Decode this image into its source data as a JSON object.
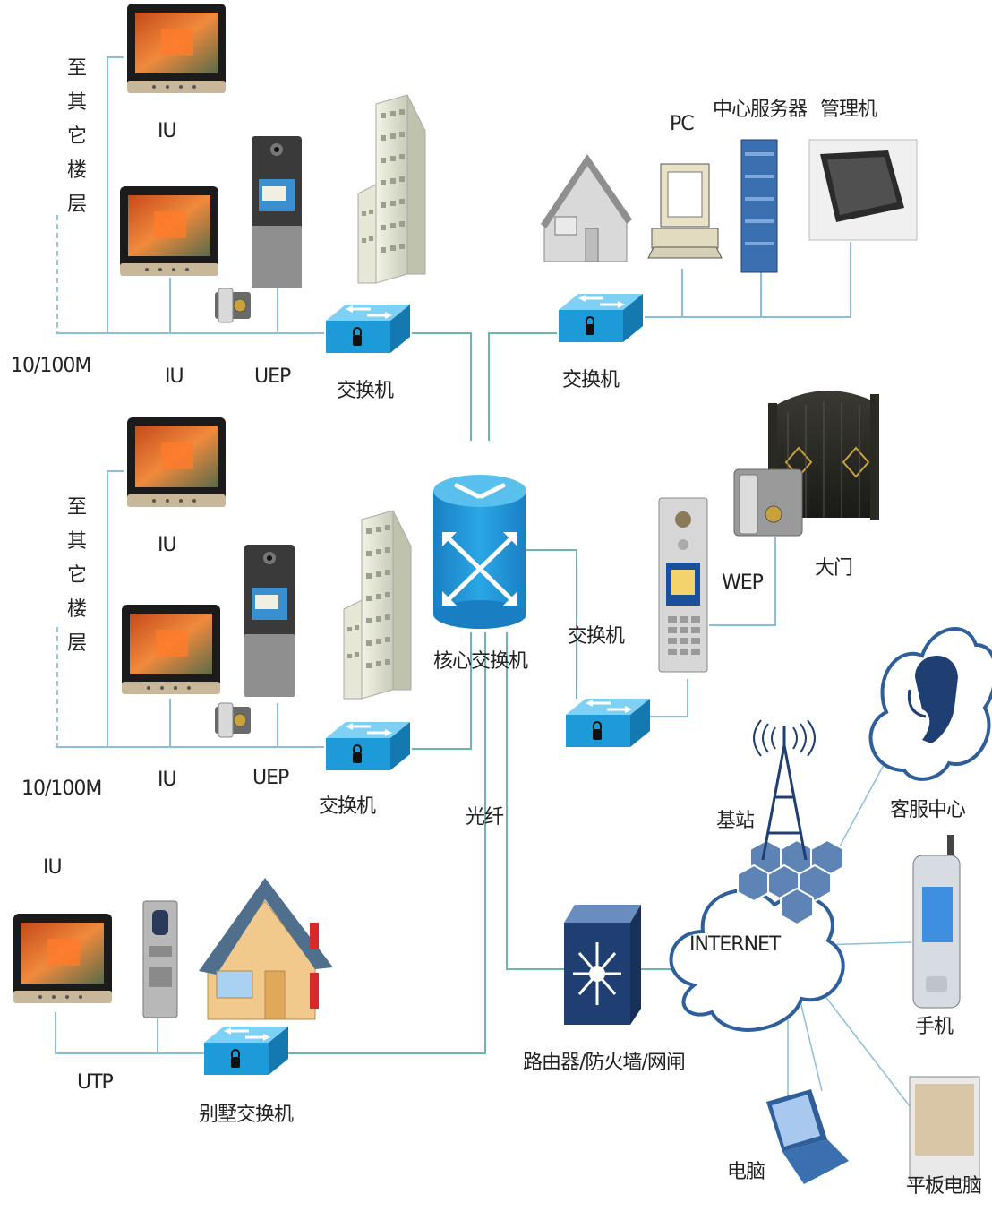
{
  "labels": {
    "other_floors_1": "至其它楼层",
    "other_floors_2": "至其它楼层",
    "iu_1": "IU",
    "iu_2": "IU",
    "iu_3": "IU",
    "iu_4": "IU",
    "iu_5": "IU",
    "uep_1": "UEP",
    "uep_2": "UEP",
    "bandwidth_1": "10/100M",
    "bandwidth_2": "10/100M",
    "switch_1": "交换机",
    "switch_2": "交换机",
    "switch_3": "交换机",
    "switch_4": "交换机",
    "pc": "PC",
    "center_server": "中心服务器",
    "manager": "管理机",
    "core_switch": "核心交换机",
    "wep": "WEP",
    "gate": "大门",
    "fiber": "光纤",
    "utp": "UTP",
    "villa_switch": "别墅交换机",
    "router": "路由器/防火墙/网闸",
    "base_station": "基站",
    "internet": "INTERNET",
    "customer_service": "客服中心",
    "mobile": "手机",
    "computer": "电脑",
    "tablet": "平板电脑"
  },
  "colors": {
    "link_line": "#6fb5ae",
    "switch_blue": "#1d9bd8",
    "core_blue": "#1e8fd0",
    "router_navy": "#1f3f72",
    "cloud_stroke": "#2f5f9a",
    "hex_blue": "#5e83b5",
    "house_orange": "#f2c98c",
    "roof_blue": "#4f6f8c"
  },
  "icons": {
    "indoor_unit": "indoor-monitor-icon",
    "door_station": "door-station-icon",
    "lock": "electric-lock-icon",
    "building": "building-icon",
    "switch": "switch-icon",
    "core": "core-switch-icon",
    "house": "house-icon",
    "server": "server-icon",
    "gate": "gate-icon",
    "tower": "radio-tower-icon",
    "cloud": "cloud-icon",
    "router": "router-icon",
    "headset": "customer-service-icon",
    "phone": "mobile-phone-icon",
    "laptop": "laptop-icon",
    "tablet": "tablet-icon"
  }
}
